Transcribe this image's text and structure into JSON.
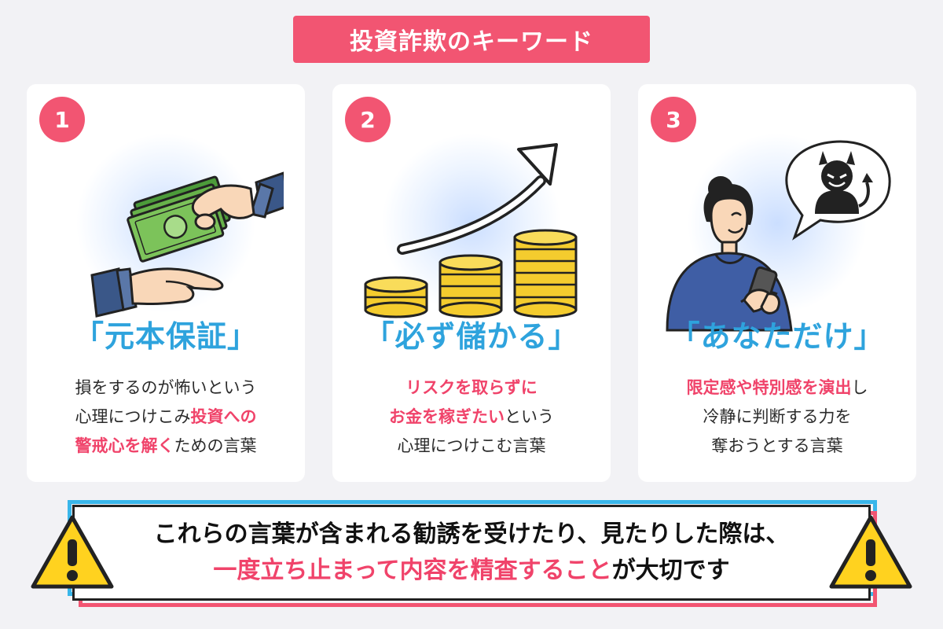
{
  "title": "投資詐欺のキーワード",
  "cards": [
    {
      "number": "1",
      "keyword": "「元本保証」",
      "lines": [
        [
          {
            "t": "損をするのが怖いという",
            "hl": false
          }
        ],
        [
          {
            "t": "心理につけこみ",
            "hl": false
          },
          {
            "t": "投資への",
            "hl": true
          }
        ],
        [
          {
            "t": "警戒心を解く",
            "hl": true
          },
          {
            "t": "ための言葉",
            "hl": false
          }
        ]
      ]
    },
    {
      "number": "2",
      "keyword": "「必ず儲かる」",
      "lines": [
        [
          {
            "t": "リスクを取らずに",
            "hl": true
          }
        ],
        [
          {
            "t": "お金を稼ぎたい",
            "hl": true
          },
          {
            "t": "という",
            "hl": false
          }
        ],
        [
          {
            "t": "心理につけこむ言葉",
            "hl": false
          }
        ]
      ]
    },
    {
      "number": "3",
      "keyword": "「あなただけ」",
      "lines": [
        [
          {
            "t": "限定感や特別感を演出",
            "hl": true
          },
          {
            "t": "し",
            "hl": false
          }
        ],
        [
          {
            "t": "冷静に判断する力を",
            "hl": false
          }
        ],
        [
          {
            "t": "奪おうとする言葉",
            "hl": false
          }
        ]
      ]
    }
  ],
  "footer": {
    "line1": "これらの言葉が含まれる勧誘を受けたり、見たりした際は、",
    "line2_highlight": "一度立ち止まって内容を精査すること",
    "line2_rest": "が大切です"
  },
  "colors": {
    "accent_pink": "#f25572",
    "keyword_blue": "#2ea3dd",
    "highlight_red": "#f0436a",
    "warning_yellow": "#ffd21f"
  },
  "icons": [
    "money-handover-icon",
    "rising-coins-icon",
    "phone-devil-icon",
    "warning-icon"
  ]
}
